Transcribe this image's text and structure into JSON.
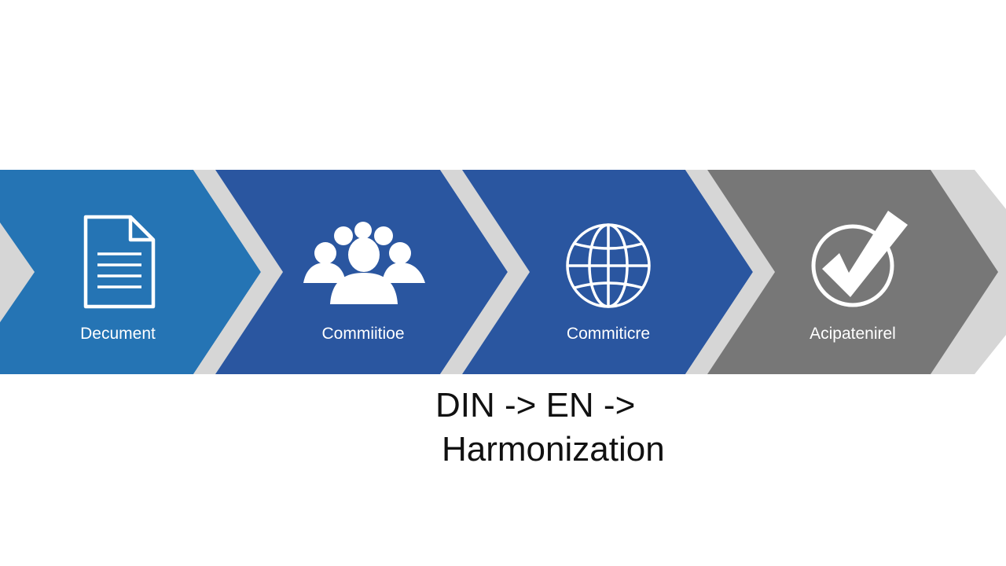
{
  "process_flow": {
    "steps": [
      {
        "label": "Decument",
        "icon": "document-icon",
        "color": "#2574b4"
      },
      {
        "label": "Commiitioe",
        "icon": "group-people-icon",
        "color": "#2a56a0"
      },
      {
        "label": "Commiticre",
        "icon": "globe-icon",
        "color": "#2a56a0"
      },
      {
        "label": "Acipatenirel",
        "icon": "checkmark-circle-icon",
        "color": "#777777"
      }
    ],
    "separator_color": "#d6d6d6"
  },
  "caption": {
    "line1": "DIN -> EN ->",
    "line2": "Harmonization"
  }
}
